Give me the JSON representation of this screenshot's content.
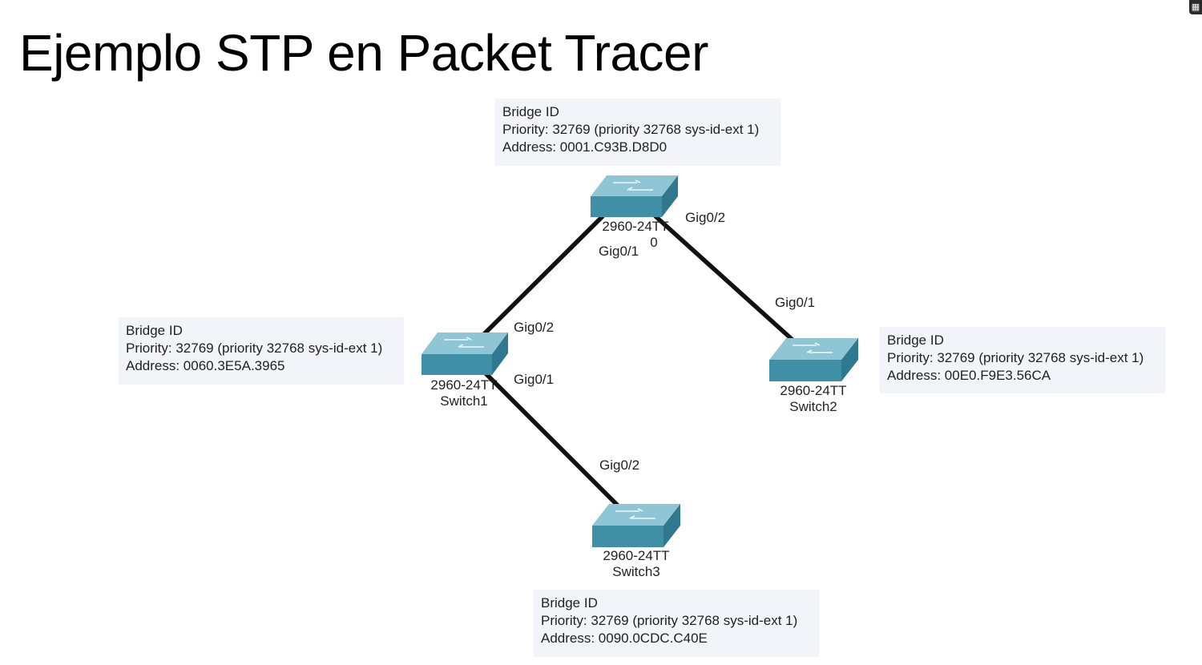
{
  "slide": {
    "title": "Ejemplo STP en Packet Tracer"
  },
  "colors": {
    "link": "#111111",
    "switch_top": "#8fc6d6",
    "switch_front": "#3f8fa6",
    "switch_side": "#2f7890",
    "info_box_bg": "#f2f4fa"
  },
  "switches": {
    "switch0": {
      "model": "2960-24TT",
      "name_fragment": "0",
      "icon": "switch-icon",
      "bridge_id": {
        "heading": "Bridge ID",
        "priority": "Priority: 32769  (priority 32768 sys-id-ext 1)",
        "address": "Address: 0001.C93B.D8D0"
      }
    },
    "switch1": {
      "model": "2960-24TT",
      "name": "Switch1",
      "icon": "switch-icon",
      "bridge_id": {
        "heading": "Bridge ID",
        "priority": "Priority: 32769  (priority 32768 sys-id-ext 1)",
        "address": "Address: 0060.3E5A.3965"
      }
    },
    "switch2": {
      "model": "2960-24TT",
      "name": "Switch2",
      "icon": "switch-icon",
      "bridge_id": {
        "heading": "Bridge ID",
        "priority": "Priority: 32769  (priority 32768 sys-id-ext 1)",
        "address": "Address: 00E0.F9E3.56CA"
      }
    },
    "switch3": {
      "model": "2960-24TT",
      "name": "Switch3",
      "icon": "switch-icon",
      "bridge_id": {
        "heading": "Bridge ID",
        "priority": "Priority: 32769  (priority 32768 sys-id-ext 1)",
        "address": "Address: 0090.0CDC.C40E"
      }
    }
  },
  "ports": {
    "sw0_to_sw1": "Gig0/1",
    "sw0_to_sw2": "Gig0/2",
    "sw1_to_sw0": "Gig0/2",
    "sw1_to_sw3": "Gig0/1",
    "sw2_to_sw0": "Gig0/1",
    "sw3_to_sw1": "Gig0/2"
  }
}
